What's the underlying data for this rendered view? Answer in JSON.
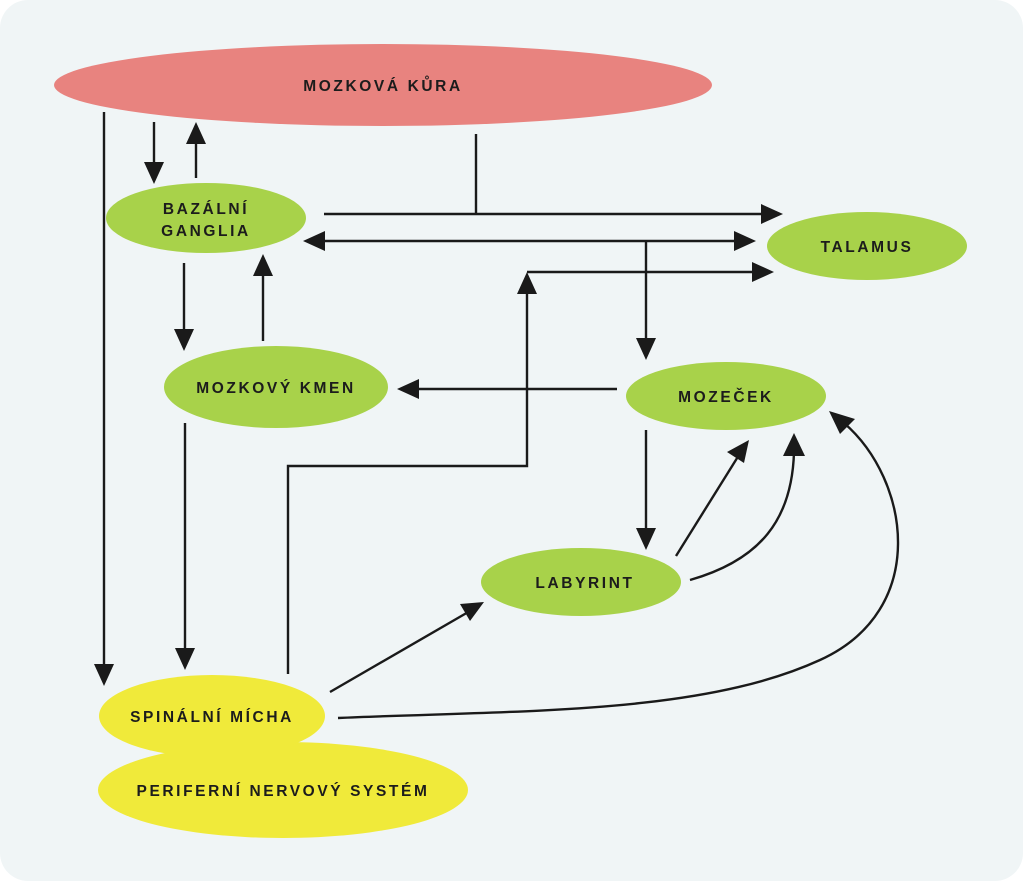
{
  "colors": {
    "background": "#f0f5f6",
    "cortex": "#e8837f",
    "structure": "#a8d24a",
    "spinal": "#f0ea3a",
    "line": "#1a1a1a",
    "text": "#1c1c1c"
  },
  "nodes": {
    "cortex": {
      "lines": [
        "MOZKOVÁ KŮRA"
      ]
    },
    "basal_ganglia": {
      "lines": [
        "BAZÁLNÍ",
        "GANGLIA"
      ]
    },
    "thalamus": {
      "lines": [
        "TALAMUS"
      ]
    },
    "brainstem": {
      "lines": [
        "MOZKOVÝ KMEN"
      ]
    },
    "cerebellum": {
      "lines": [
        "MOZEČEK"
      ]
    },
    "labyrinth": {
      "lines": [
        "LABYRINT"
      ]
    },
    "spinal_cord": {
      "lines": [
        "SPINÁLNÍ MÍCHA"
      ]
    },
    "pns": {
      "lines": [
        "PERIFERNÍ NERVOVÝ SYSTÉM"
      ]
    }
  },
  "connections": [
    {
      "from": "cortex",
      "to": "basal_ganglia"
    },
    {
      "from": "basal_ganglia",
      "to": "cortex"
    },
    {
      "from": "cortex",
      "to": "spinal_cord"
    },
    {
      "from": "cortex",
      "to": "thalamus"
    },
    {
      "from": "basal_ganglia",
      "to": "thalamus"
    },
    {
      "from": "thalamus",
      "to": "basal_ganglia"
    },
    {
      "from": "thalamus",
      "to": "cerebellum"
    },
    {
      "from": "spinal_cord",
      "to": "thalamus"
    },
    {
      "from": "basal_ganglia",
      "to": "brainstem"
    },
    {
      "from": "brainstem",
      "to": "basal_ganglia"
    },
    {
      "from": "cerebellum",
      "to": "brainstem"
    },
    {
      "from": "brainstem",
      "to": "spinal_cord"
    },
    {
      "from": "cerebellum",
      "to": "labyrinth"
    },
    {
      "from": "labyrinth",
      "to": "cerebellum"
    },
    {
      "from": "labyrinth",
      "to": "cerebellum"
    },
    {
      "from": "spinal_cord",
      "to": "labyrinth"
    },
    {
      "from": "spinal_cord",
      "to": "cerebellum"
    }
  ]
}
